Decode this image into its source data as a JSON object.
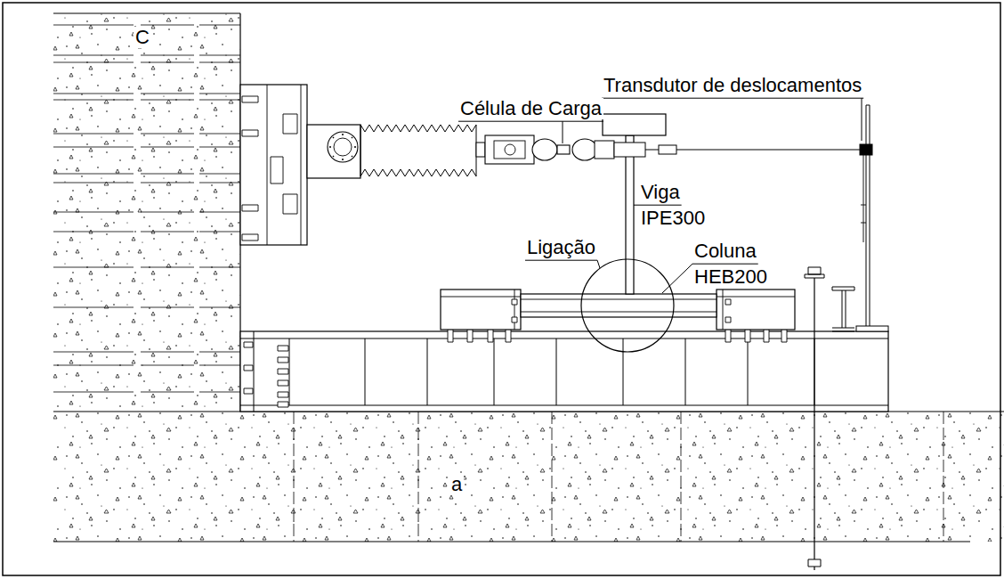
{
  "diagram": {
    "labels": [
      "C",
      "Transdutor de deslocamentos",
      "Célula de Carga",
      "Viga",
      "IPE300",
      "Ligação",
      "Coluna",
      "HEB200",
      "a"
    ]
  }
}
